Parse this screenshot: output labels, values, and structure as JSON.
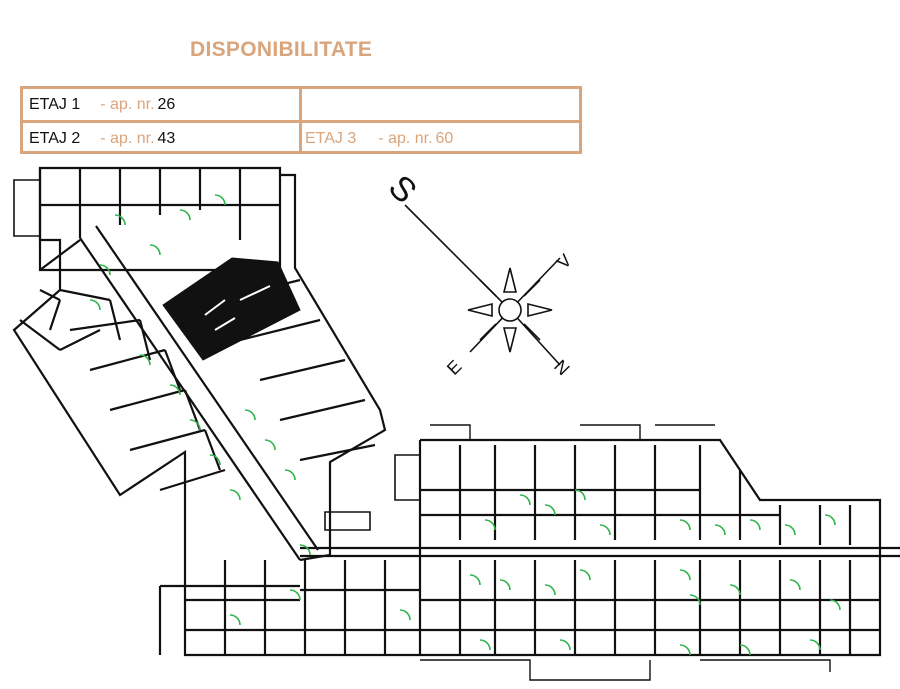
{
  "title": "DISPONIBILITATE",
  "colors": {
    "accent": "#d9a57d",
    "selected_unit": "#111111",
    "door": "#2fb34a",
    "wall": "#111111"
  },
  "availability": {
    "rows": [
      {
        "left": {
          "label": "ETAJ 1",
          "prefix": "- ap. nr.",
          "number": "26"
        },
        "right": null
      },
      {
        "left": {
          "label": "ETAJ  2",
          "prefix": "- ap. nr.",
          "number": "43"
        },
        "right": {
          "label": "ETAJ  3",
          "prefix": "- ap. nr.",
          "number": "60",
          "faded": true
        }
      }
    ]
  },
  "compass": {
    "north": "N",
    "south": "S",
    "east": "E",
    "west": "V"
  }
}
